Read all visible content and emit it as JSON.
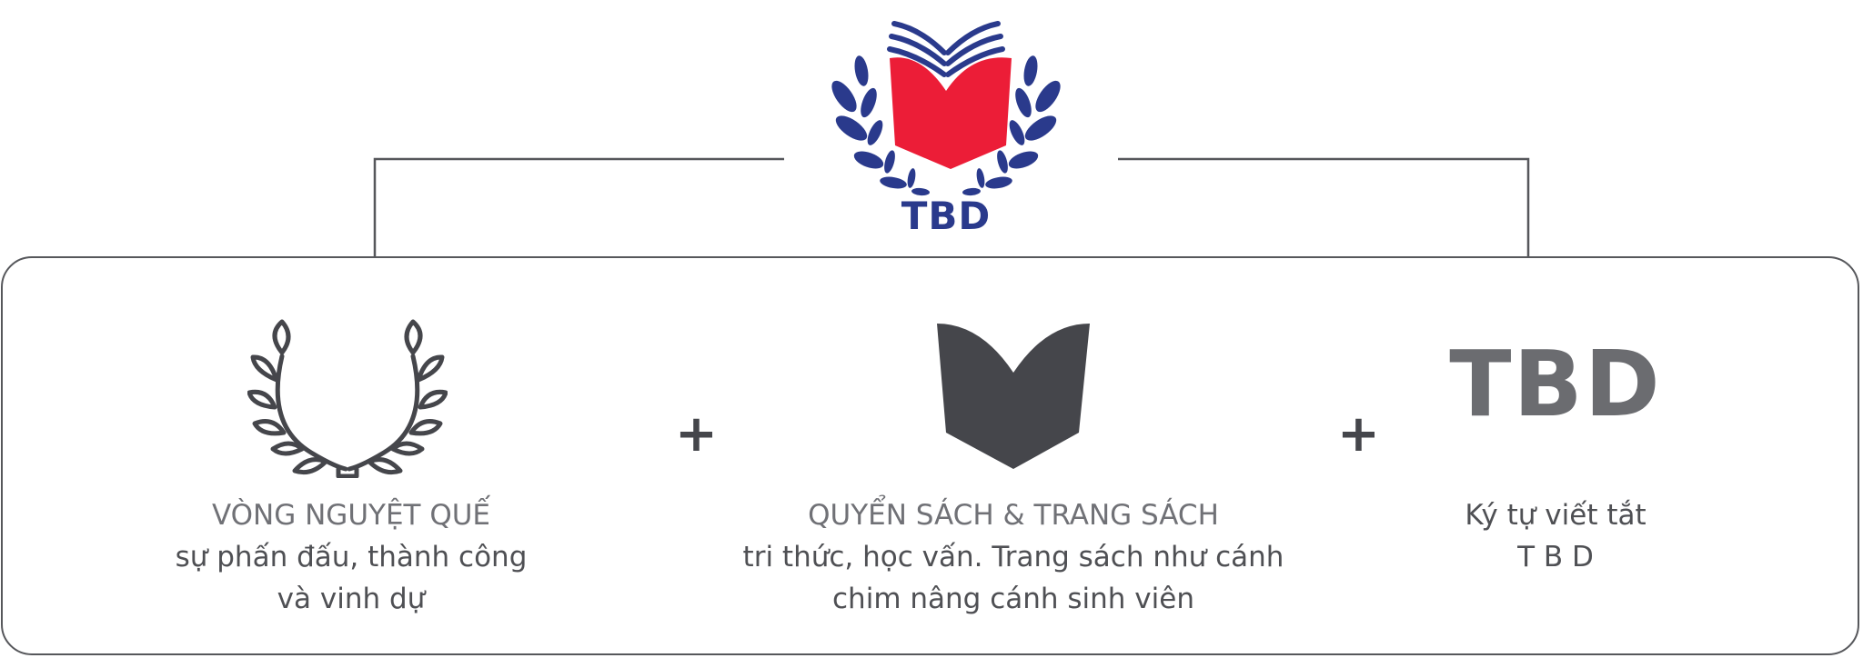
{
  "logo": {
    "text": "TBD",
    "colors": {
      "navy": "#2a3a8c",
      "red": "#ec1d37"
    },
    "icon": "tbd-book-laurel-logo"
  },
  "components": [
    {
      "icon": "laurel-wreath-icon",
      "heading": "VÒNG NGUYỆT QUẾ",
      "lines": [
        "sự phấn đấu, thành công",
        "và vinh dự"
      ]
    },
    {
      "icon": "open-book-icon",
      "heading": "QUYỂN SÁCH & TRANG SÁCH",
      "lines": [
        "tri thức, học vấn. Trang sách như cánh",
        "chim nâng cánh sinh viên"
      ]
    },
    {
      "icon": "tbd-letters",
      "letters": "TBD",
      "heading": "Ký tự viết tắt",
      "lines": [
        "T B D"
      ]
    }
  ],
  "operators": [
    "+",
    "+"
  ],
  "colors": {
    "border": "#56575b",
    "icon_gray": "#45464b",
    "letters_gray": "#6b6c70",
    "text": "#4f5054"
  }
}
